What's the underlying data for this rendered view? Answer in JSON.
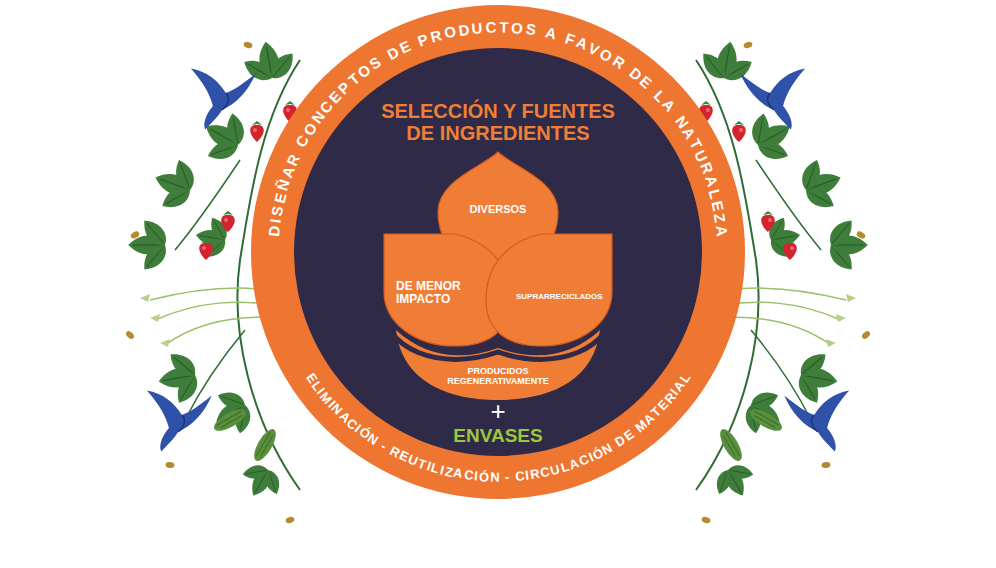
{
  "diagram": {
    "nodes": [
      {
        "text": [
          "DISEÑAR CONCEPTOS DE PRODUCTOS A FAVOR DE LA NATURALEZA"
        ]
      },
      {
        "text": [
          "SELECCIÓN Y FUENTES DE INGREDIENTES"
        ],
        "in": 0
      },
      {
        "text": [
          "DIVERSOS"
        ],
        "in": 1
      },
      {
        "text": [
          "DE MENOR IMPACTO"
        ],
        "in": 1
      },
      {
        "text": [
          "SUPRARRECICLADOS"
        ],
        "in": 1
      },
      {
        "text": [
          "PRODUCIDOS REGENERATIVAMENTE"
        ],
        "in": 1
      }
    ],
    "labels": [
      "+",
      "ENVASES",
      "ELIMINACIÓN - REUTILIZACIÓN - CIRCULACIÓN DE MATERIAL"
    ]
  }
}
